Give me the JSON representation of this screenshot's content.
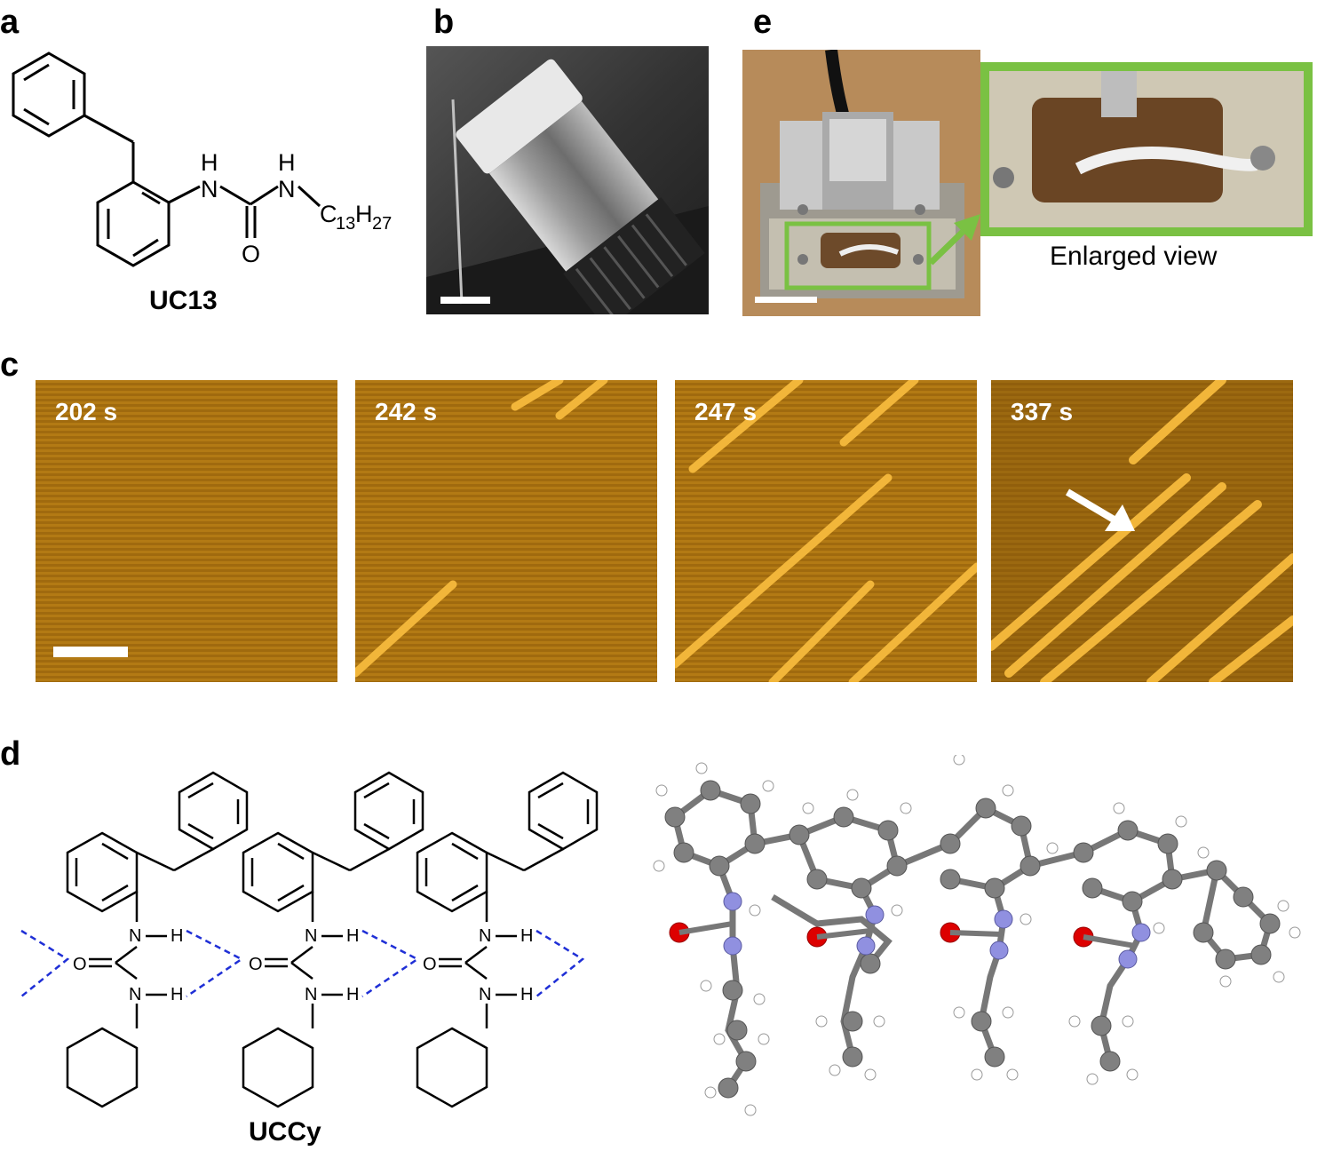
{
  "panels": {
    "a": {
      "letter": "a",
      "compound": "UC13",
      "atom_H": "H",
      "atom_N": "N",
      "atom_O": "O",
      "chain_C": "C",
      "chain_c_sub": "13",
      "chain_H": "H",
      "chain_h_sub": "27"
    },
    "b": {
      "letter": "b"
    },
    "c": {
      "letter": "c",
      "frames": [
        {
          "time": "202 s"
        },
        {
          "time": "242 s"
        },
        {
          "time": "247 s"
        },
        {
          "time": "337 s"
        }
      ]
    },
    "d": {
      "letter": "d",
      "compound": "UCCy",
      "atom_N": "N",
      "atom_H": "H",
      "atom_O": "O"
    },
    "e": {
      "letter": "e",
      "caption": "Enlarged view"
    }
  },
  "colors": {
    "afm_base": "#b07812",
    "afm_fiber": "#f2b63a",
    "hbond": "#1f2fd6",
    "highlight": "#7ac143",
    "carbon": "#808080",
    "nitrogen": "#9090e0",
    "oxygen": "#dd0000",
    "hydrogen": "#ffffff"
  }
}
